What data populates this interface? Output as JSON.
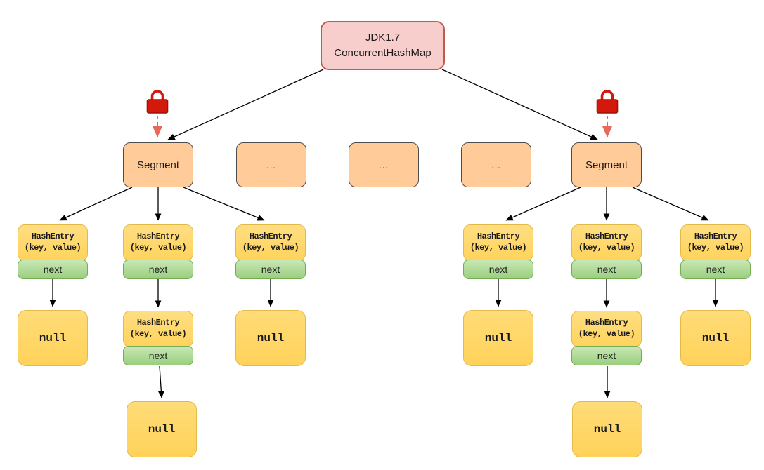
{
  "diagram": {
    "title": {
      "line1": "JDK1.7",
      "line2": "ConcurrentHashMap"
    },
    "labels": {
      "segment": "Segment",
      "ellipsis": "...",
      "hash_entry_line1": "HashEntry",
      "hash_entry_line2": "(key, value)",
      "next": "next",
      "null_text": "null"
    },
    "icons": {
      "lock": "red-padlock"
    },
    "colors": {
      "title_fill": "#F8CECC",
      "title_border": "#C05A50",
      "segment_fill": "#FFCC99",
      "segment_border": "#4D4D4D",
      "entry_fill": "#FFD966",
      "entry_border": "#E3B948",
      "next_fill": "#A9D18E",
      "next_border": "#76AC53",
      "null_fill": "#FFD966",
      "lock_red": "#D2190B",
      "arrow_black": "#000000",
      "lock_arrow_red": "#E8685C"
    },
    "structure_note": "root -> 2 Segments (+3 ellipsis slots); each Segment -> 3 HashEntry buckets; middle bucket chains to a second HashEntry then null; outer buckets point to null"
  }
}
